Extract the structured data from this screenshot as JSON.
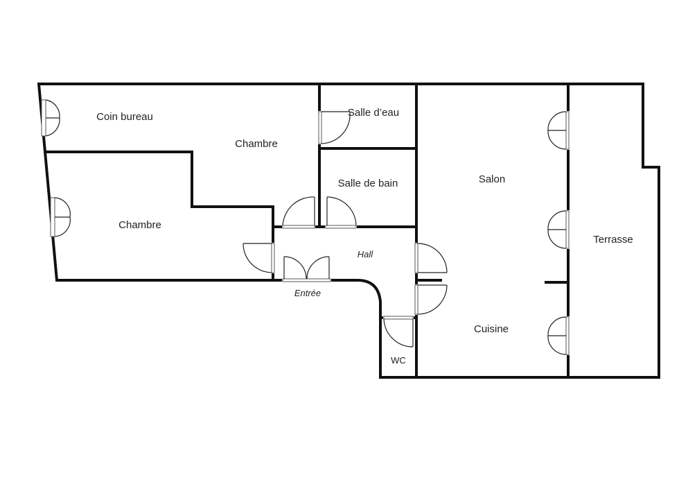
{
  "rooms": {
    "coin_bureau": "Coin bureau",
    "chambre_1": "Chambre",
    "chambre_2": "Chambre",
    "salle_deau": "Salle d’eau",
    "salle_de_bain": "Salle de bain",
    "salon": "Salon",
    "terrasse": "Terrasse",
    "hall": "Hall",
    "entree": "Entrée",
    "cuisine": "Cuisine",
    "wc": "WC"
  }
}
